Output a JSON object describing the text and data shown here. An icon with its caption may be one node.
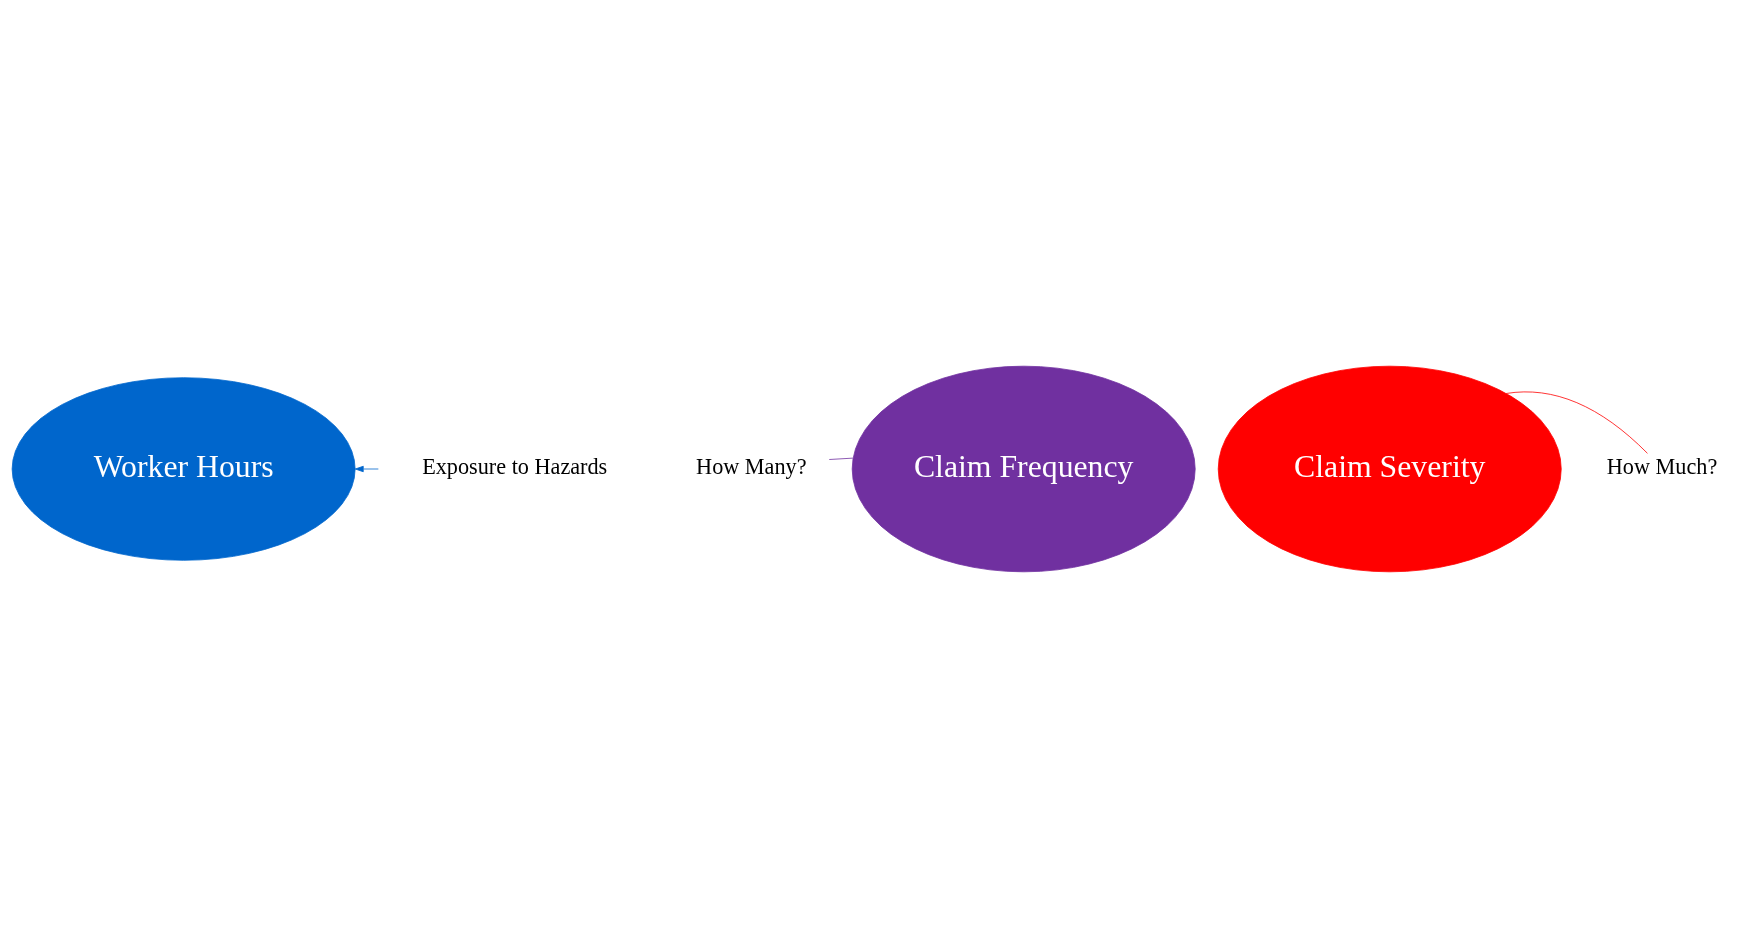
{
  "diagram": {
    "nodes": [
      {
        "text": [
          "Worker Hours"
        ]
      },
      {
        "text": [
          "Claim Frequency"
        ]
      },
      {
        "text": [
          "Claim Severity"
        ]
      },
      {
        "text": [
          "Exposure to Hazards"
        ]
      },
      {
        "text": [
          "How Many?"
        ]
      },
      {
        "text": [
          "How Much?"
        ]
      }
    ],
    "edges": [
      {
        "from": 3,
        "to": 0,
        "arrow": "to",
        "color": "#0066cc"
      },
      {
        "from": 4,
        "to": 1,
        "arrow": "none",
        "color": "#7030a0"
      },
      {
        "from": 5,
        "to": 2,
        "arrow": "none",
        "color": "#ff0000"
      }
    ]
  }
}
